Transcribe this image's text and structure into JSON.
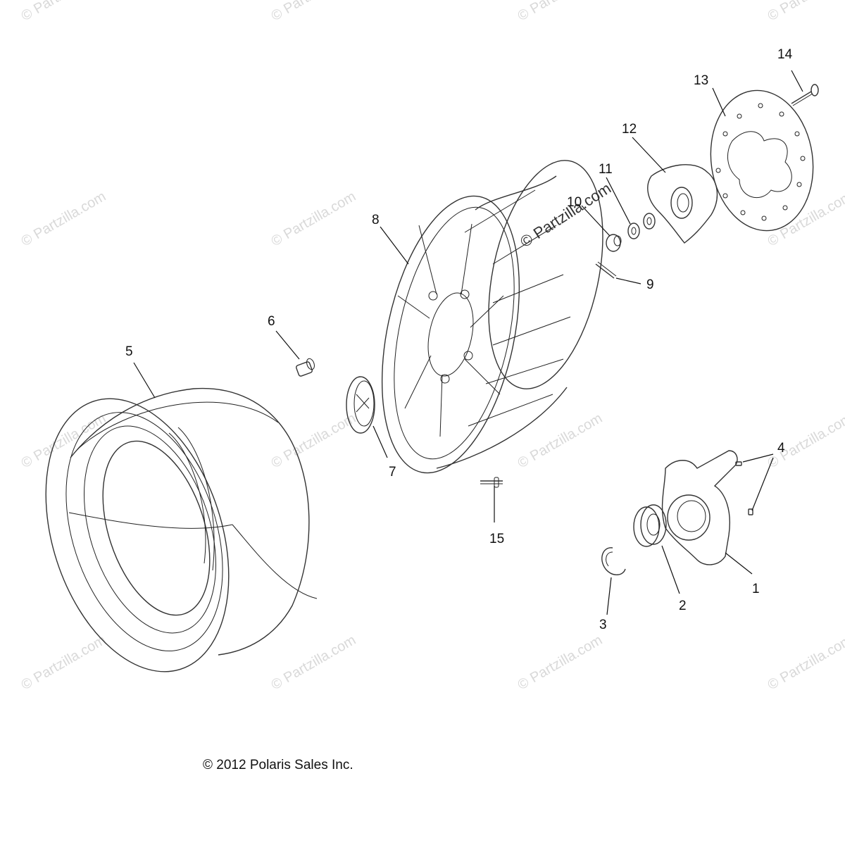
{
  "callouts": [
    "1",
    "2",
    "3",
    "4",
    "5",
    "6",
    "7",
    "8",
    "9",
    "10",
    "11",
    "12",
    "13",
    "14",
    "15"
  ],
  "watermark": {
    "text": "© Partzilla.com",
    "feature_text": "© Partzilla.com"
  },
  "copyright": "© 2012 Polaris Sales Inc."
}
